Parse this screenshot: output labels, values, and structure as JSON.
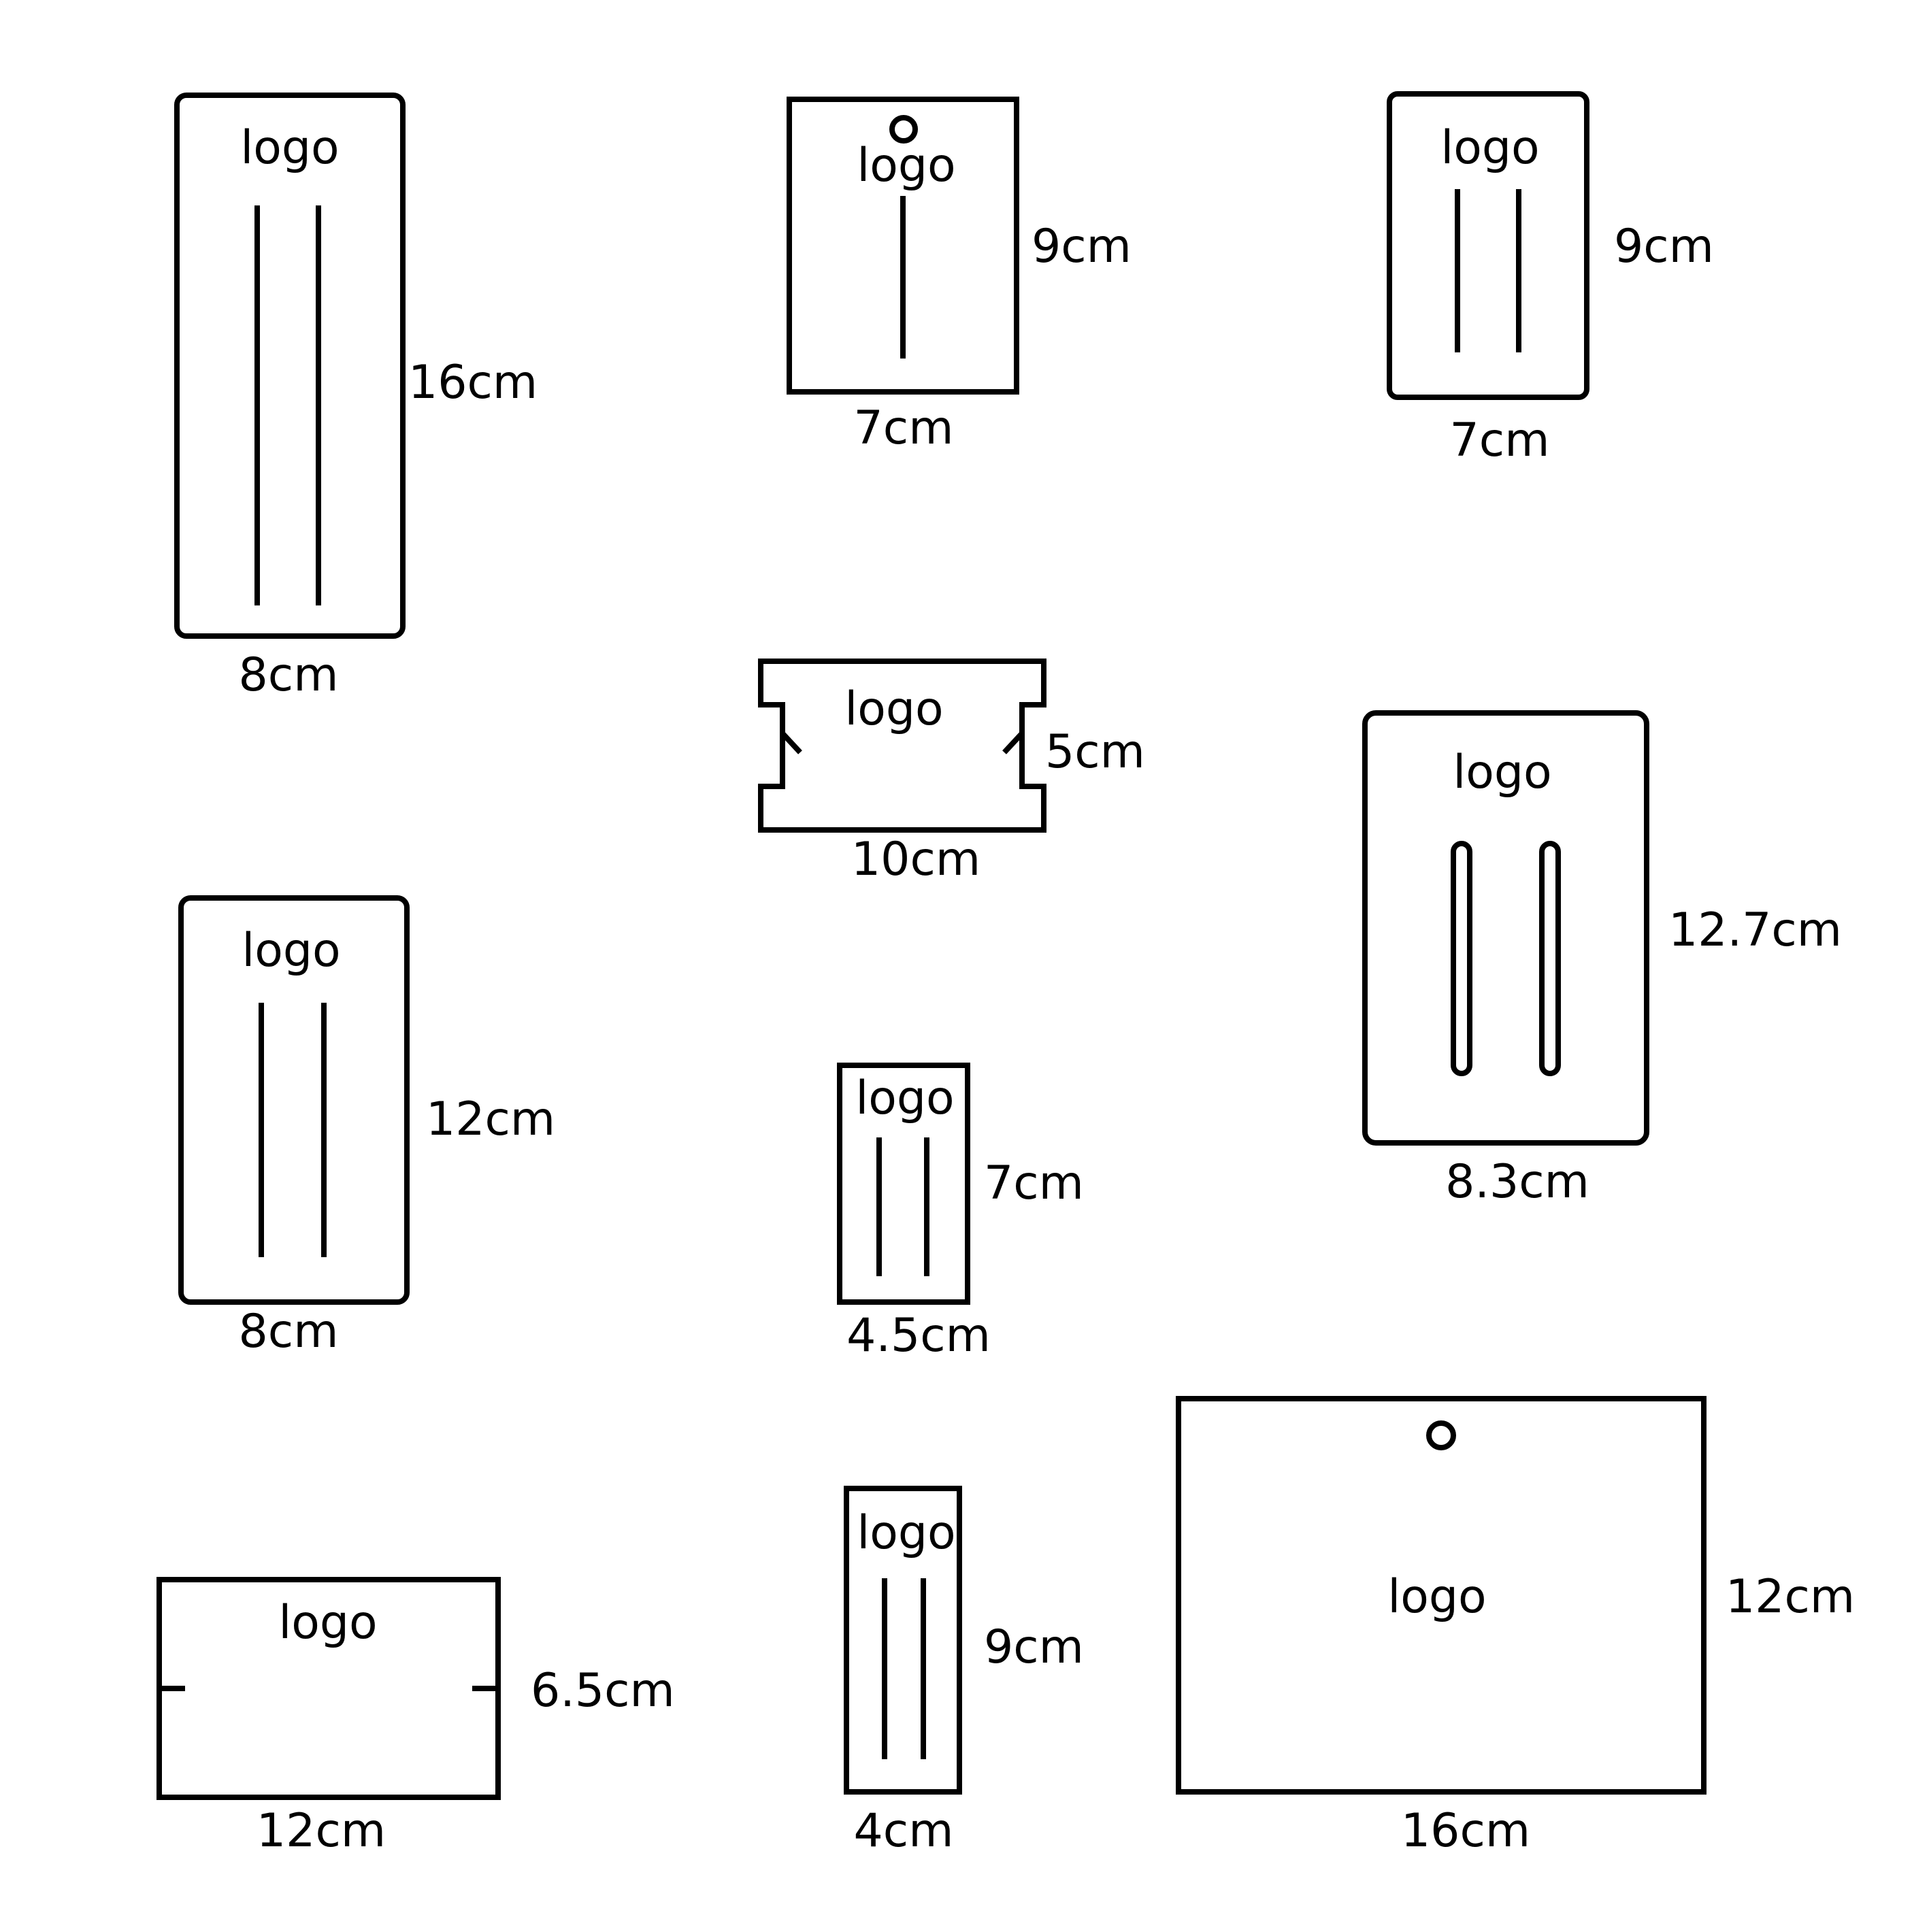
{
  "colors": {
    "line": "#000000",
    "background": "#ffffff"
  },
  "cards": [
    {
      "id": "card-1",
      "logo": "logo",
      "width_label": "8cm",
      "height_label": "16cm"
    },
    {
      "id": "card-2",
      "logo": "logo",
      "width_label": "7cm",
      "height_label": "9cm",
      "hole": true
    },
    {
      "id": "card-3",
      "logo": "logo",
      "width_label": "7cm",
      "height_label": "9cm"
    },
    {
      "id": "card-4",
      "logo": "logo",
      "width_label": "10cm",
      "height_label": "5cm"
    },
    {
      "id": "card-5",
      "logo": "logo",
      "width_label": "8.3cm",
      "height_label": "12.7cm"
    },
    {
      "id": "card-6",
      "logo": "logo",
      "width_label": "8cm",
      "height_label": "12cm"
    },
    {
      "id": "card-7",
      "logo": "logo",
      "width_label": "4.5cm",
      "height_label": "7cm"
    },
    {
      "id": "card-8",
      "logo": "logo",
      "width_label": "12cm",
      "height_label": "6.5cm"
    },
    {
      "id": "card-9",
      "logo": "logo",
      "width_label": "4cm",
      "height_label": "9cm"
    },
    {
      "id": "card-10",
      "logo": "logo",
      "width_label": "16cm",
      "height_label": "12cm",
      "hole": true
    }
  ]
}
